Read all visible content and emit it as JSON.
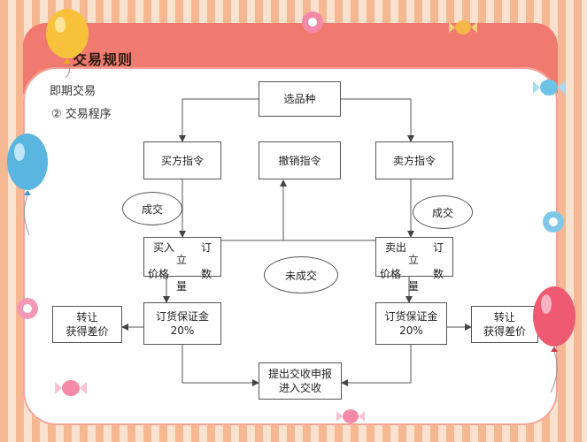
{
  "title": "交易规则",
  "subtitle1": "即期交易",
  "subtitle2": "②  交易程序",
  "nodes": {
    "select": "选品种",
    "buy": "买方指令",
    "cancel": "撤销指令",
    "sell": "卖方指令",
    "deal_left": "成交",
    "deal_right": "成交",
    "no_deal": "未成交",
    "buy_order_a": "买入",
    "buy_order_b": "订",
    "buy_order_c": "立",
    "buy_order_d": "价格",
    "buy_order_e": "数",
    "buy_order_f": "量",
    "sell_order_a": "卖出",
    "sell_order_b": "订",
    "sell_order_c": "立",
    "sell_order_d": "价格",
    "sell_order_e": "数",
    "sell_order_f": "量",
    "margin_left_1": "订货保证金",
    "margin_left_2": "20%",
    "margin_right_1": "订货保证金",
    "margin_right_2": "20%",
    "transfer_left_1": "转让",
    "transfer_left_2": "获得差价",
    "transfer_right_1": "转让",
    "transfer_right_2": "获得差价",
    "delivery_1": "提出交收申报",
    "delivery_2": "进入交收"
  },
  "colors": {
    "stripe_dark": "#f6b892",
    "stripe_light": "#fbe2cf",
    "band": "#f07a70"
  }
}
